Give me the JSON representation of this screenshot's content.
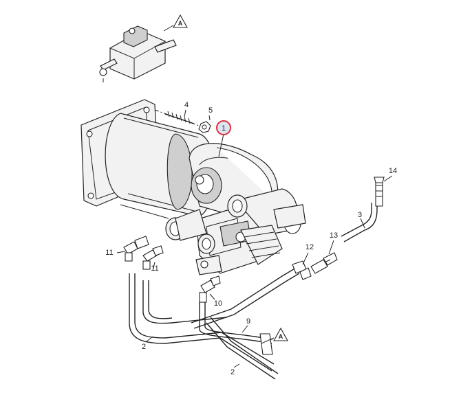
{
  "diagram": {
    "callouts": [
      {
        "id": "c1",
        "text": "1"
      },
      {
        "id": "c2a",
        "text": "2"
      },
      {
        "id": "c2b",
        "text": "2"
      },
      {
        "id": "c3",
        "text": "3"
      },
      {
        "id": "c4",
        "text": "4"
      },
      {
        "id": "c5",
        "text": "5"
      },
      {
        "id": "c9",
        "text": "9"
      },
      {
        "id": "c10",
        "text": "10"
      },
      {
        "id": "c11a",
        "text": "11"
      },
      {
        "id": "c11b",
        "text": "11"
      },
      {
        "id": "c12",
        "text": "12"
      },
      {
        "id": "c13",
        "text": "13"
      },
      {
        "id": "c14",
        "text": "14"
      }
    ],
    "section_markers": [
      {
        "id": "ta",
        "text": "A"
      },
      {
        "id": "tb",
        "text": "A"
      }
    ],
    "highlight_color": "#e0303a",
    "highlight_fill": "#dde3f0"
  }
}
